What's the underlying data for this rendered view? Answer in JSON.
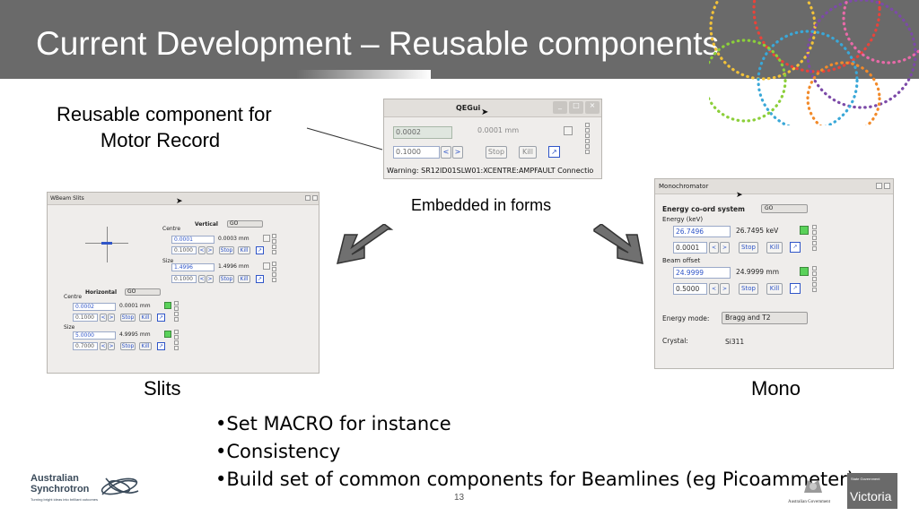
{
  "slide": {
    "title": "Current Development – Reusable components",
    "page_number": "13"
  },
  "captions": {
    "motor_record": "Reusable component for\n        Motor Record",
    "embedded": "Embedded in forms",
    "slits": "Slits",
    "mono": "Mono"
  },
  "bullets": [
    "•Set MACRO for instance",
    "•Consistency",
    "•Build set of common components for Beamlines (eg Picoammeter)"
  ],
  "qegui": {
    "title": "QEGui",
    "readback_field": "0.0002",
    "position_text": "0.0001 mm",
    "step_field": "0.1000",
    "dec_label": "<",
    "inc_label": ">",
    "stop_label": "Stop",
    "kill_label": "Kill",
    "warning": "Warning: SR12ID01SLW01:XCENTRE:AMPFAULT Connectio"
  },
  "slits_window": {
    "title": "WBeam Slits",
    "vertical_label": "Vertical",
    "vertical_mode": "GO",
    "horizontal_label": "Horizontal",
    "horizontal_mode": "GO",
    "centre_label": "Centre",
    "size_label": "Size",
    "v_centre": {
      "field": "0.0001",
      "readout": "0.0003 mm",
      "step": "0.1000"
    },
    "v_size": {
      "field": "1.4996",
      "readout": "1.4996 mm",
      "step": "0.1000"
    },
    "h_centre": {
      "field": "0.0002",
      "readout": "0.0001 mm",
      "step": "0.1000"
    },
    "h_size": {
      "field": "5.0000",
      "readout": "4.9995 mm",
      "step": "0.7000"
    },
    "stop_label": "Stop",
    "kill_label": "Kill",
    "dec_label": "<",
    "inc_label": ">"
  },
  "mono_window": {
    "title": "Monochromator",
    "coord_label": "Energy co-ord system",
    "coord_mode": "GO",
    "energy_label": "Energy (keV)",
    "energy_field": "26.7496",
    "energy_readout": "26.7495 keV",
    "energy_step": "0.0001",
    "beam_offset_label": "Beam offset",
    "offset_field": "24.9999",
    "offset_readout": "24.9999 mm",
    "offset_step": "0.5000",
    "energy_mode_label": "Energy mode:",
    "energy_mode_value": "Bragg and T2",
    "crystal_label": "Crystal:",
    "crystal_value": "Si311",
    "stop_label": "Stop",
    "kill_label": "Kill",
    "dec_label": "<",
    "inc_label": ">"
  },
  "logos": {
    "synchrotron_name": "Australian\nSynchrotron",
    "synchrotron_tagline": "Turning bright ideas into brilliant outcomes",
    "gov_text": "Australian Government",
    "vic_small": "State Government",
    "vic_big": "Victoria"
  },
  "colors": {
    "title_bar": "#6a6a6a",
    "field_text": "#2f55c8",
    "lamp_green": "#5ad25a",
    "arrow_gray": "#6e6e6e"
  }
}
